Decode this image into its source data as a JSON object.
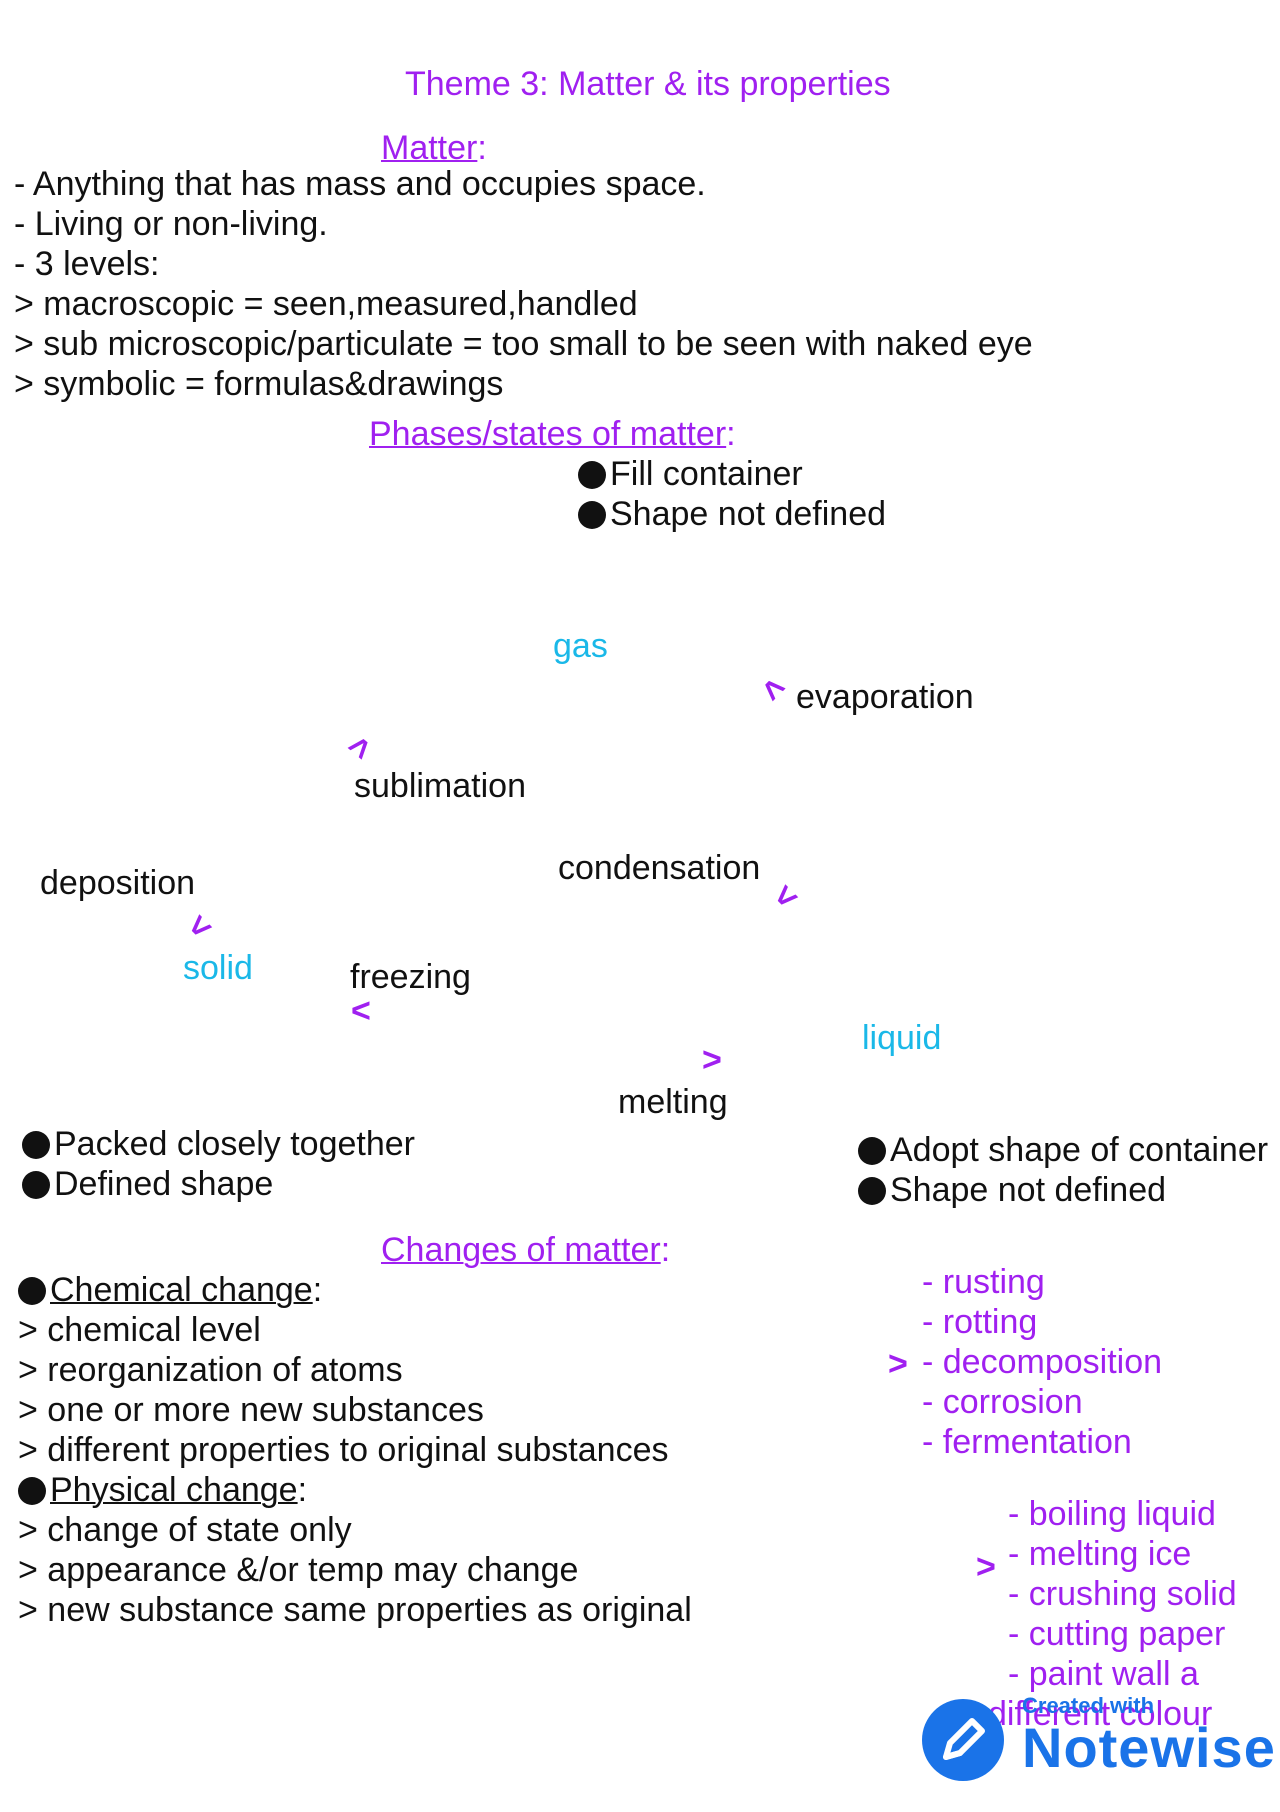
{
  "title": "Theme 3: Matter & its properties",
  "matter": {
    "heading": "Matter",
    "lines": [
      "- Anything that has mass and occupies space.",
      "- Living or non-living.",
      "- 3 levels:",
      "> macroscopic = seen,measured,handled",
      "> sub microscopic/particulate = too small to be seen with naked eye",
      "> symbolic = formulas&drawings"
    ]
  },
  "phases": {
    "heading": "Phases/states of matter",
    "gas_props": [
      "Fill container",
      "Shape not defined"
    ],
    "gas": "gas",
    "solid": "solid",
    "liquid": "liquid",
    "evaporation": "evaporation",
    "sublimation": "sublimation",
    "condensation": "condensation",
    "deposition": "deposition",
    "freezing": "freezing",
    "melting": "melting",
    "solid_props": [
      "Packed closely together",
      "Defined shape"
    ],
    "liquid_props": [
      "Adopt shape of container",
      "Shape not defined"
    ]
  },
  "changes": {
    "heading": "Changes of matter",
    "chemical_label": "Chemical change",
    "chemical_lines": [
      "> chemical level",
      "> reorganization of atoms",
      "> one or more new substances",
      "> different properties to original substances"
    ],
    "physical_label": "Physical change",
    "physical_lines": [
      "> change of state only",
      "> appearance &/or temp may change",
      "> new substance same properties as original"
    ],
    "chemical_examples": [
      "- rusting",
      "- rotting",
      "- decomposition",
      "- corrosion",
      "- fermentation"
    ],
    "physical_examples": [
      "- boiling liquid",
      "- melting ice",
      "- crushing solid",
      "- cutting paper",
      "- paint wall a",
      "different colour"
    ]
  },
  "branding": {
    "small": "Created with",
    "name": "Notewise"
  },
  "colors": {
    "accent": "#a020f0",
    "state": "#1ab8e8",
    "logo": "#1a73e8"
  }
}
